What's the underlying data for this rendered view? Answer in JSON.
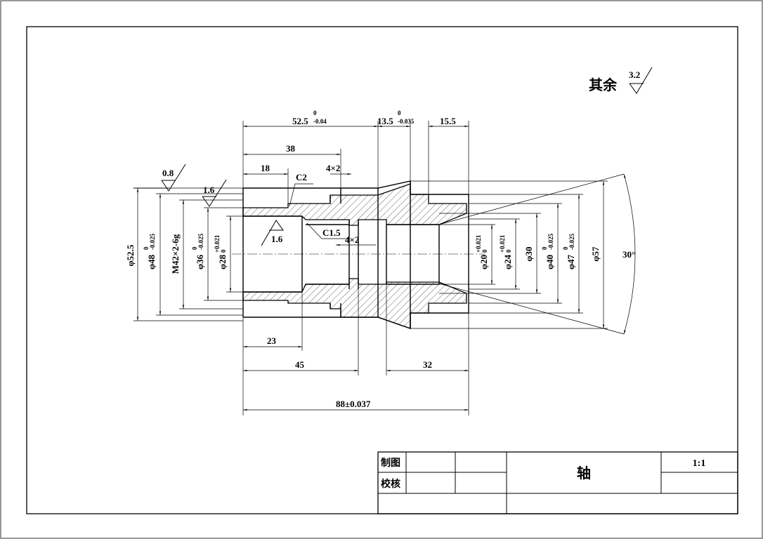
{
  "surface_note": {
    "prefix": "其余",
    "value": "3.2"
  },
  "roughness": {
    "r1": "0.8",
    "r2": "1.6",
    "r3": "1.6"
  },
  "chamfers": {
    "c2": "C2",
    "c15": "C1.5"
  },
  "grooves": {
    "g1": "4×2",
    "g2": "4×2"
  },
  "dims": {
    "d1": {
      "nominal": "52.5",
      "upper": "0",
      "lower": "-0.04"
    },
    "d2": {
      "nominal": "13.5",
      "upper": "0",
      "lower": "-0.035"
    },
    "d3": "15.5",
    "d4": "38",
    "d5": "18",
    "d6": "23",
    "d7": "45",
    "d8": "32",
    "d9": "88±0.037",
    "angle": "30°"
  },
  "diameters": {
    "phi_52_5": "φ52.5",
    "phi_48": {
      "nominal": "φ48",
      "upper": "0",
      "lower": "-0.025"
    },
    "m42": "M42×2-6g",
    "phi_36": {
      "nominal": "φ36",
      "upper": "0",
      "lower": "-0.025"
    },
    "phi_28": {
      "nominal": "φ28",
      "upper": "+0.021",
      "lower": "0"
    },
    "phi_20": {
      "nominal": "φ20",
      "upper": "+0.021",
      "lower": "0"
    },
    "phi_24": {
      "nominal": "φ24",
      "upper": "+0.021",
      "lower": "0"
    },
    "phi_30": "φ30",
    "phi_40": {
      "nominal": "φ40",
      "upper": "0",
      "lower": "-0.025"
    },
    "phi_47": {
      "nominal": "φ47",
      "upper": "0",
      "lower": "-0.025"
    },
    "phi_57": "φ57"
  },
  "title_block": {
    "drawn_label": "制图",
    "checked_label": "校核",
    "part_name": "轴",
    "scale": "1:1"
  }
}
